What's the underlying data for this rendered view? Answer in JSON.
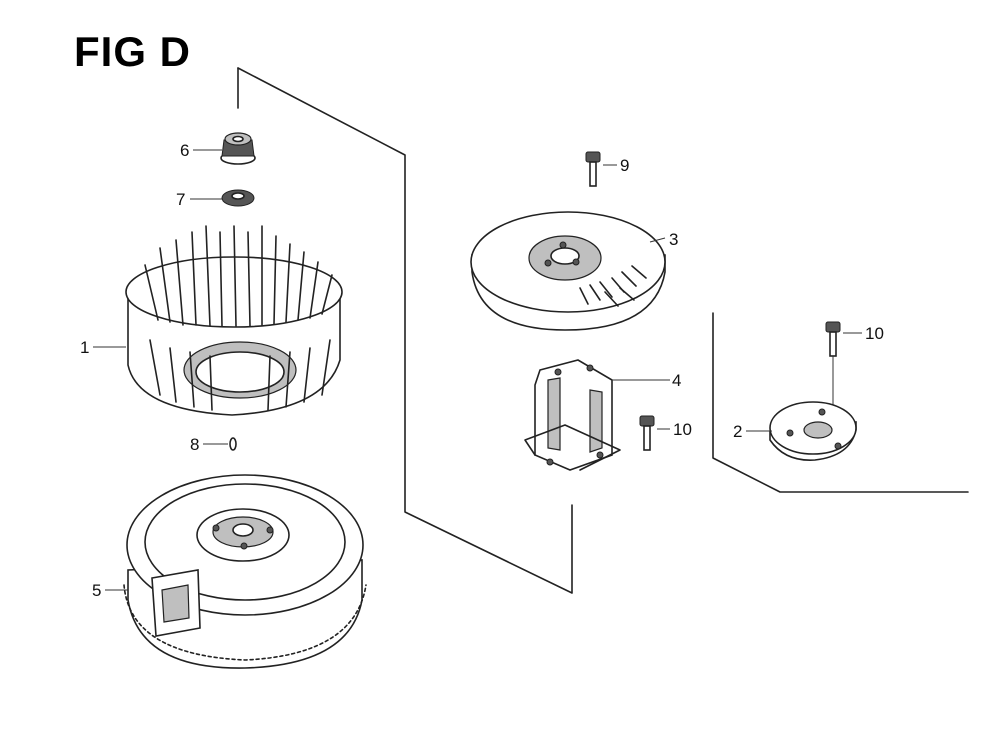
{
  "figure": {
    "title": "FIG D"
  },
  "callouts": [
    "1",
    "2",
    "3",
    "4",
    "5",
    "6",
    "7",
    "8",
    "9",
    "10",
    "10"
  ],
  "parts": [
    {
      "callout": "1",
      "icon": "cooling-fan-icon"
    },
    {
      "callout": "2",
      "icon": "pulley-plate-icon"
    },
    {
      "callout": "3",
      "icon": "starter-pulley-icon"
    },
    {
      "callout": "4",
      "icon": "starter-bracket-icon"
    },
    {
      "callout": "5",
      "icon": "flywheel-icon"
    },
    {
      "callout": "6",
      "icon": "flange-nut-icon"
    },
    {
      "callout": "7",
      "icon": "washer-icon"
    },
    {
      "callout": "8",
      "icon": "woodruff-key-icon"
    },
    {
      "callout": "9",
      "icon": "bolt-icon"
    },
    {
      "callout": "10",
      "icon": "bolt-icon"
    },
    {
      "callout": "10",
      "icon": "bolt-icon"
    }
  ],
  "colors": {
    "ink": "#222222",
    "background": "#ffffff",
    "shade": "#bfbfbf"
  }
}
